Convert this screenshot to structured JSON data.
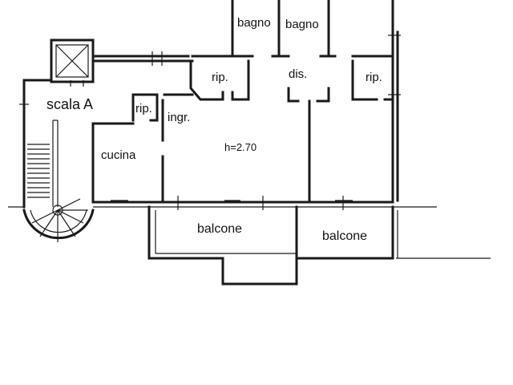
{
  "plan": {
    "stair_label": "scala A",
    "rooms": {
      "bagno_1": "bagno",
      "bagno_2": "bagno",
      "rip_1": "rip.",
      "dis": "dis.",
      "rip_2": "rip.",
      "rip_3": "rip.",
      "ingr": "ingr.",
      "cucina": "cucina",
      "height": "h=2.70",
      "balcone_1": "balcone",
      "balcone_2": "balcone"
    }
  }
}
